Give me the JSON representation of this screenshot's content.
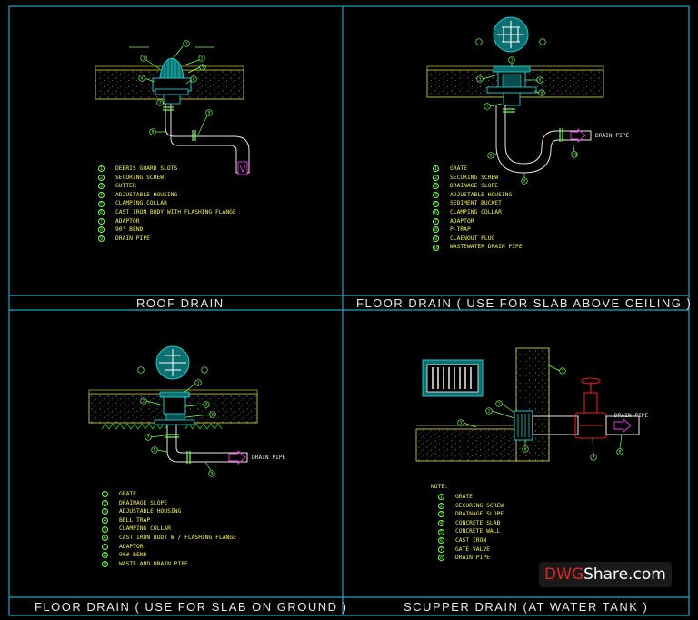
{
  "panels": [
    {
      "title": "ROOF DRAIN",
      "legend": [
        {
          "n": "1",
          "text": "DEBRIS GUARD SLOTS"
        },
        {
          "n": "2",
          "text": "SECURING SCREW"
        },
        {
          "n": "3",
          "text": "GUTTER"
        },
        {
          "n": "4",
          "text": "ADJUSTABLE HOUSING"
        },
        {
          "n": "5",
          "text": "CLAMPING COLLAR"
        },
        {
          "n": "6",
          "text": "CAST IRON BODY WITH FLASHING FLANGE"
        },
        {
          "n": "7",
          "text": "ADAPTOR"
        },
        {
          "n": "8",
          "text": "90° BEND"
        },
        {
          "n": "9",
          "text": "DRAIN PIPE"
        }
      ]
    },
    {
      "title": "FLOOR DRAIN ( USE FOR SLAB ABOVE CEILING )",
      "pipe_label": "DRAIN PIPE",
      "legend": [
        {
          "n": "1",
          "text": "GRATE"
        },
        {
          "n": "2",
          "text": "SECURING SCREW"
        },
        {
          "n": "3",
          "text": "DRAINAGE SLOPE"
        },
        {
          "n": "4",
          "text": "ADJUSTABLE HOUSING"
        },
        {
          "n": "5",
          "text": "SEDIMENT BUCKET"
        },
        {
          "n": "6",
          "text": "CLAMPING COLLAR"
        },
        {
          "n": "7",
          "text": "ADAPTOR"
        },
        {
          "n": "8",
          "text": "P-TRAP"
        },
        {
          "n": "9",
          "text": "CLAENOUT PLUG"
        },
        {
          "n": "10",
          "text": "WASTEWATER DRAIN PIPE"
        }
      ]
    },
    {
      "title": "FLOOR DRAIN ( USE FOR SLAB ON GROUND )",
      "pipe_label": "DRAIN PIPE",
      "legend": [
        {
          "n": "1",
          "text": "GRATE"
        },
        {
          "n": "2",
          "text": "DRAINAGE SLOPE"
        },
        {
          "n": "3",
          "text": "ADJUSTABLE HOUSING"
        },
        {
          "n": "4",
          "text": "BELL TRAP"
        },
        {
          "n": "5",
          "text": "CLAMPING COLLAR"
        },
        {
          "n": "6",
          "text": "CAST IRON BODY W / FLASHING FLANGE"
        },
        {
          "n": "7",
          "text": "ADAPTOR"
        },
        {
          "n": "8",
          "text": "90# BEND"
        },
        {
          "n": "9",
          "text": "WASTE AND DRAIN PIPE"
        }
      ]
    },
    {
      "title": "SCUPPER DRAIN (AT WATER TANK )",
      "pipe_label": "DRAIN PIPE",
      "note_heading": "NOTE:",
      "legend": [
        {
          "n": "1",
          "text": "GRATE"
        },
        {
          "n": "2",
          "text": "SECURING SCREW"
        },
        {
          "n": "3",
          "text": "DRAINAGE SLOPE"
        },
        {
          "n": "4",
          "text": "CONCRETE SLAB"
        },
        {
          "n": "5",
          "text": "CONCRETE WALL"
        },
        {
          "n": "6",
          "text": "CAST IRON"
        },
        {
          "n": "7",
          "text": "GATE VALVE"
        },
        {
          "n": "8",
          "text": "DRAIN PIPE"
        }
      ]
    }
  ],
  "watermark": {
    "part1": "DWG",
    "part2": "Share.com"
  },
  "colors": {
    "frame": "#1fa8c4",
    "slab": "#c8c84a",
    "legend_text": "#f2f25a",
    "leader": "#7cff5a",
    "fitting": "#1fc9c9",
    "pipe": "#e8e8e8",
    "arrow": "#e040e0",
    "valve": "#e02020",
    "grass": "#20c020"
  }
}
